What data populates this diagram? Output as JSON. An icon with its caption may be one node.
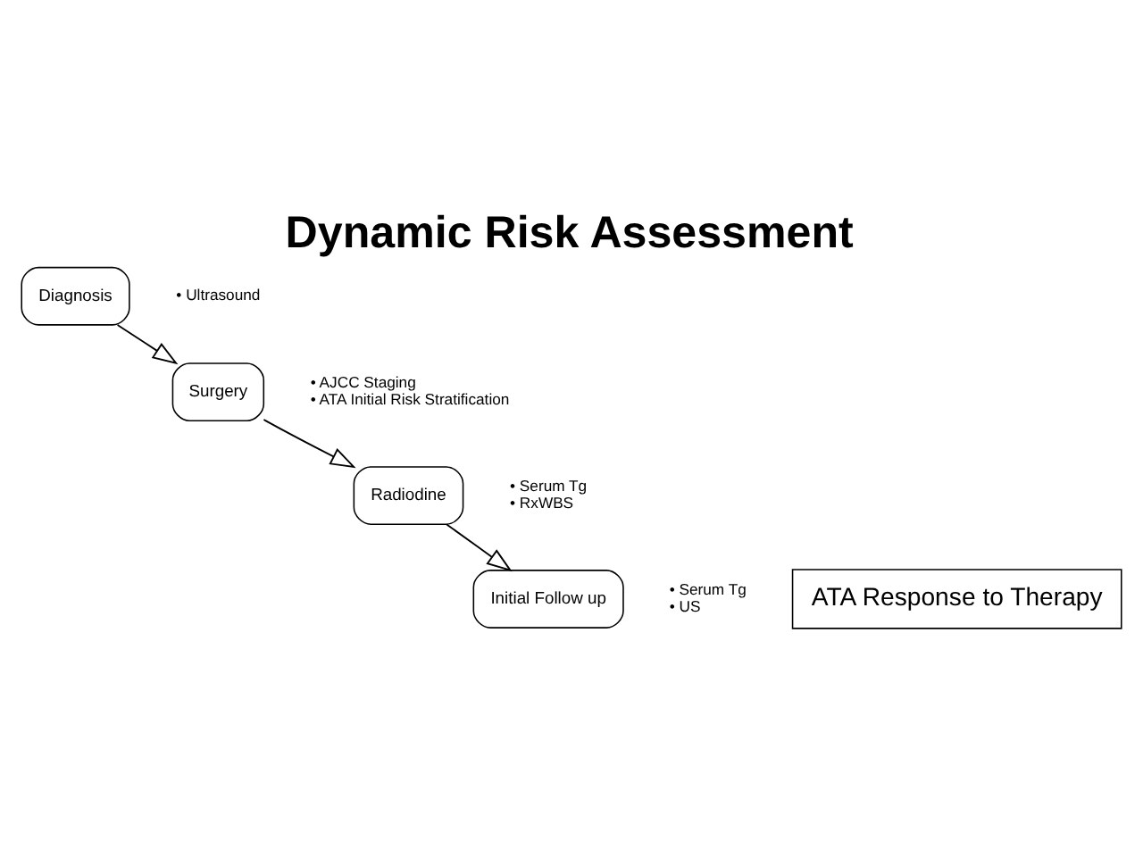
{
  "diagram": {
    "title": "Dynamic Risk Assessment",
    "nodes": [
      {
        "text": [
          "Diagnosis"
        ],
        "beside": [
          "• Ultrasound"
        ]
      },
      {
        "text": [
          "Surgery"
        ],
        "beside": [
          "• AJCC Staging",
          "• ATA Initial Risk Stratification"
        ]
      },
      {
        "text": [
          "Radiodine"
        ],
        "beside": [
          "• Serum Tg",
          "• RxWBS"
        ]
      },
      {
        "text": [
          "Initial Follow up"
        ],
        "beside": [
          "• Serum Tg",
          "• US"
        ]
      },
      {
        "text": [
          "ATA Response to Therapy"
        ]
      }
    ],
    "edges": [
      {
        "from": 0,
        "to": 1,
        "arrow": "to"
      },
      {
        "from": 1,
        "to": 2,
        "arrow": "to"
      },
      {
        "from": 2,
        "to": 3,
        "arrow": "to"
      }
    ]
  }
}
